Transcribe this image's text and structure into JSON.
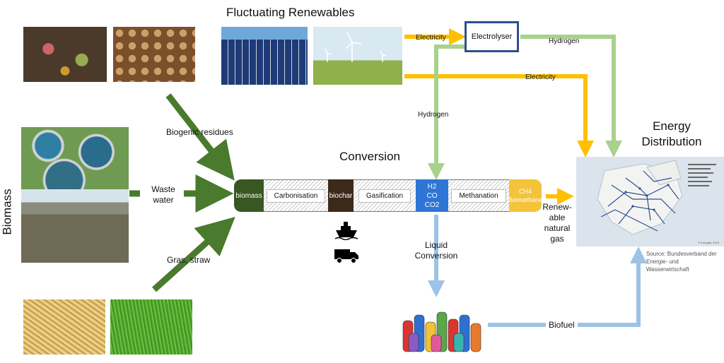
{
  "titles": {
    "fluctuating_renewables": "Fluctuating Renewables",
    "conversion": "Conversion",
    "energy_distribution": "Energy\nDistribution",
    "biomass": "Biomass"
  },
  "inputs": {
    "biogenic_residues": "Biogenic residues",
    "waste_water": "Waste\nwater",
    "gras_straw": "Gras, straw"
  },
  "renewables": {
    "electricity_top": "Electricity",
    "electrolyser": "Electrolyser",
    "hydrogen_right": "Hydrogen",
    "electricity_long": "Electricity",
    "hydrogen_down": "Hydrogen"
  },
  "process": {
    "biomass": "biomass",
    "carbonisation": "Carbonisation",
    "biochar": "biochar",
    "gasification": "Gasification",
    "syngas": [
      "H2",
      "CO",
      "CO2"
    ],
    "methanation": "Methanation",
    "ch4": "CH4",
    "biomethane": "Biomethane"
  },
  "outputs": {
    "renewable_natural_gas": "Renew-\nable\nnatural\ngas",
    "liquid_conversion": "Liquid\nConversion",
    "biofuel": "Biofuel"
  },
  "map": {
    "source": "Source: Bundesverband der Energie- und Wasserwirtschaft",
    "copyright": "© Eurogas, 2019"
  },
  "colors": {
    "dark_green": "#4a7a2d",
    "light_green": "#a9d18e",
    "yellow": "#ffc000",
    "light_blue": "#9dc3e6",
    "biomass_seg": "#385723",
    "biochar_seg": "#3b2a1a",
    "syngas_seg": "#2e75d6",
    "biomethane_seg": "#f3c33c",
    "electrolyser_border": "#2f4f8f"
  },
  "icons": [
    "ship-icon",
    "truck-icon"
  ]
}
